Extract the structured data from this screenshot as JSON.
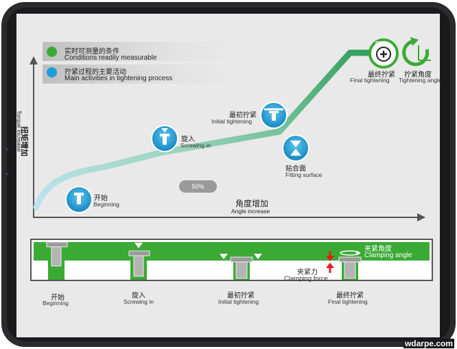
{
  "legend": [
    {
      "cn": "实时可测量的条件",
      "en": "Conditions readily measurable",
      "color": "#3aaa35"
    },
    {
      "cn": "拧紧过程的主要活动",
      "en": "Main activities in tightening process",
      "color": "#1b9fd8"
    }
  ],
  "axes": {
    "y_cn": "扭矩增加",
    "y_en": "Torque increase",
    "x_cn": "角度增加",
    "x_en": "Angle increase"
  },
  "progress_badge": "50%",
  "stages": {
    "beginning": {
      "cn": "开始",
      "en": "Beginning"
    },
    "screwing": {
      "cn": "旋入",
      "en": "Screwing in"
    },
    "initial": {
      "cn": "最初拧紧",
      "en": "Initial tightening"
    },
    "fitting": {
      "cn": "贴合面",
      "en": "Fitting surface"
    },
    "final": {
      "cn": "最终拧紧",
      "en": "Final tightening"
    },
    "angle": {
      "cn": "拧紧角度",
      "en": "Tightening angle"
    }
  },
  "ok_label": "OK",
  "bottom": {
    "stages": [
      {
        "cn": "开始",
        "en": "Beginning"
      },
      {
        "cn": "旋入",
        "en": "Screwing in"
      },
      {
        "cn": "最初拧紧",
        "en": "Initial tightening"
      },
      {
        "cn": "最终拧紧",
        "en": "Final tightening"
      }
    ],
    "clamp_force": {
      "cn": "夹紧力",
      "en": "Clamping force"
    },
    "clamp_angle": {
      "cn": "夹紧角度",
      "en": "Clamping angle"
    }
  },
  "watermark": "wdarpe.com",
  "colors": {
    "green": "#3aaa35",
    "blue": "#1b9fd8",
    "red": "#e31e24",
    "dark": "#555555"
  }
}
